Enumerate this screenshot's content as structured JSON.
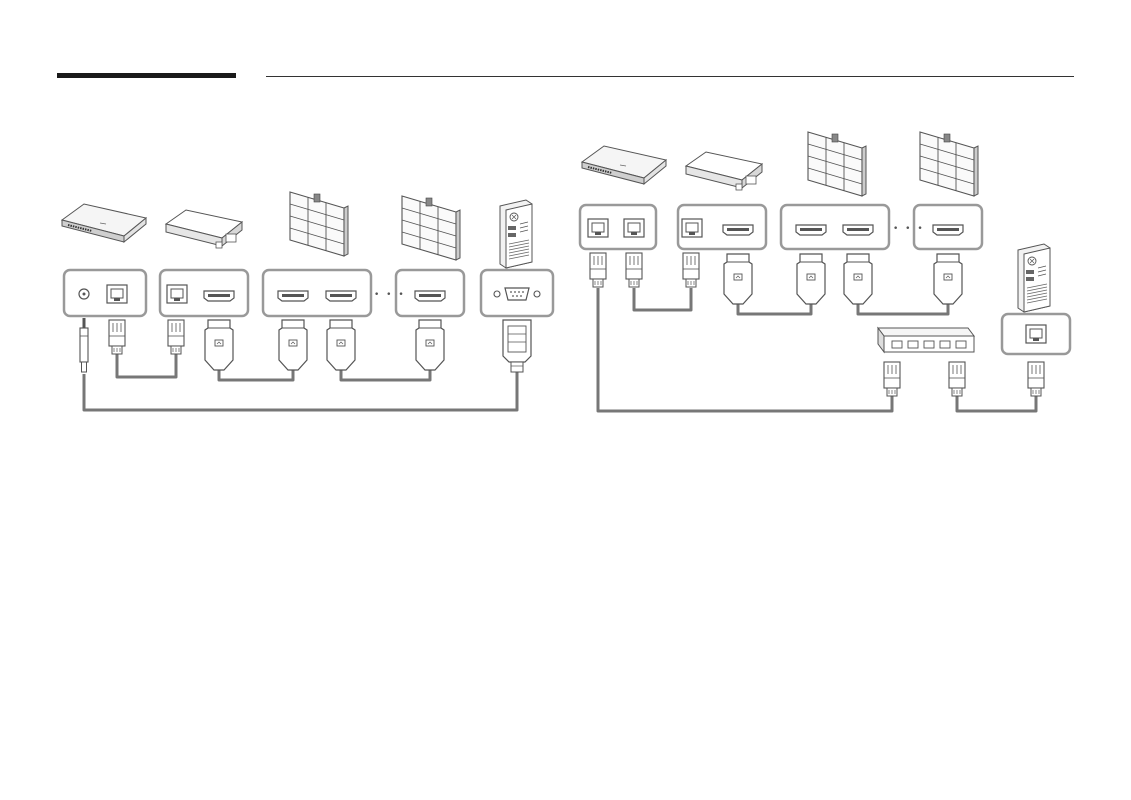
{
  "page": {
    "header_text": ""
  },
  "diagram": {
    "colors": {
      "line": "#555555",
      "cable": "#777777",
      "panel_fill": "#ffffff",
      "device_fill": "#f2f2f2"
    },
    "ellipsis_text": "• • •",
    "left": {
      "devices": [
        "media-box-icon",
        "converter-box-icon",
        "video-wall-icon",
        "video-wall-icon",
        "pc-tower-icon"
      ],
      "panels": [
        {
          "name": "mediabox-ports",
          "ports": [
            "audio-jack",
            "rj45"
          ]
        },
        {
          "name": "converter-ports",
          "ports": [
            "rj45",
            "hdmi"
          ]
        },
        {
          "name": "wall1-ports",
          "ports": [
            "hdmi",
            "hdmi"
          ]
        },
        {
          "name": "wall-last-ports",
          "ports": [
            "hdmi"
          ]
        },
        {
          "name": "pc-ports",
          "ports": [
            "rs232c"
          ]
        }
      ]
    },
    "right": {
      "devices": [
        "media-box-icon",
        "converter-box-icon",
        "video-wall-icon",
        "video-wall-icon",
        "pc-tower-icon",
        "network-switch-icon"
      ],
      "panels": [
        {
          "name": "mediabox-ports",
          "ports": [
            "rj45",
            "rj45"
          ]
        },
        {
          "name": "converter-ports",
          "ports": [
            "rj45",
            "hdmi"
          ]
        },
        {
          "name": "wall1-ports",
          "ports": [
            "hdmi",
            "hdmi"
          ]
        },
        {
          "name": "wall-last-ports",
          "ports": [
            "hdmi"
          ]
        },
        {
          "name": "pc-ports",
          "ports": [
            "rj45"
          ]
        }
      ]
    }
  }
}
